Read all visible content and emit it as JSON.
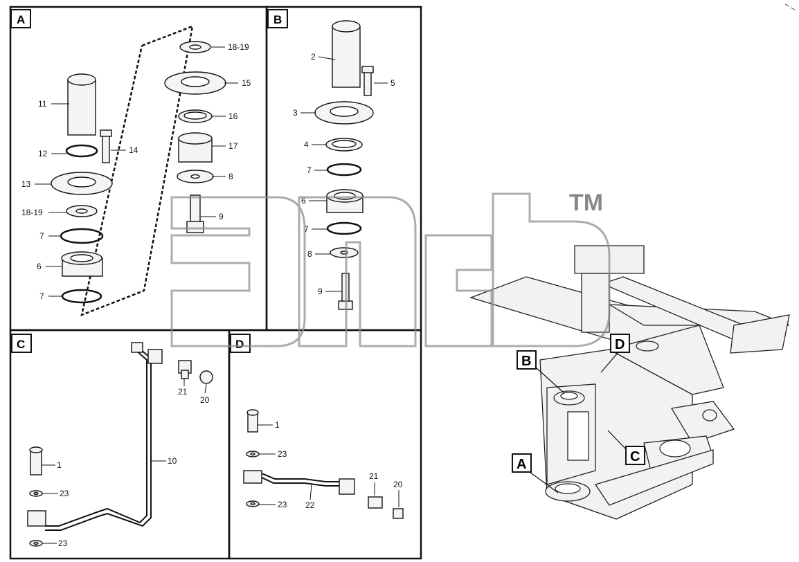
{
  "panels": {
    "A": {
      "letter": "A",
      "labels": {
        "l1819a": "18-19",
        "l15": "15",
        "l16": "16",
        "l17": "17",
        "l8": "8",
        "l9": "9",
        "l11": "11",
        "l12": "12",
        "l14": "14",
        "l13": "13",
        "l1819b": "18-19",
        "l7a": "7",
        "l6": "6",
        "l7b": "7"
      }
    },
    "B": {
      "letter": "B",
      "labels": {
        "l2": "2",
        "l5": "5",
        "l3": "3",
        "l4": "4",
        "l7a": "7",
        "l6": "6",
        "l7b": "7",
        "l8": "8",
        "l9": "9"
      }
    },
    "C": {
      "letter": "C",
      "labels": {
        "l21": "21",
        "l20": "20",
        "l10": "10",
        "l1": "1",
        "l23a": "23",
        "l23b": "23"
      }
    },
    "D": {
      "letter": "D",
      "labels": {
        "l1": "1",
        "l23a": "23",
        "l21": "21",
        "l20": "20",
        "l23b": "23",
        "l22": "22"
      }
    }
  },
  "overview": {
    "callouts": {
      "B": "B",
      "D": "D",
      "A": "A",
      "C": "C"
    }
  },
  "watermark": {
    "tm": "TM"
  },
  "colors": {
    "line": "#111111",
    "watermark": "#8a8a8a"
  }
}
